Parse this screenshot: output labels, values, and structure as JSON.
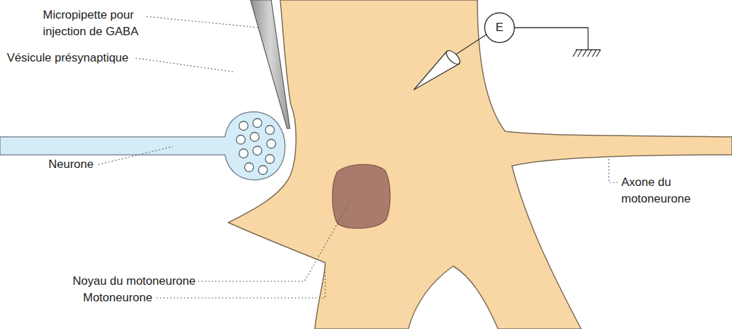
{
  "diagram": {
    "nodes": [
      {
        "text": [
          "E"
        ]
      }
    ],
    "labels": [
      "Micropipette pour injection de GABA",
      "Vésicule présynaptique",
      "Neurone",
      "Noyau du motoneurone",
      "Motoneurone",
      "Axone du motoneurone"
    ]
  }
}
